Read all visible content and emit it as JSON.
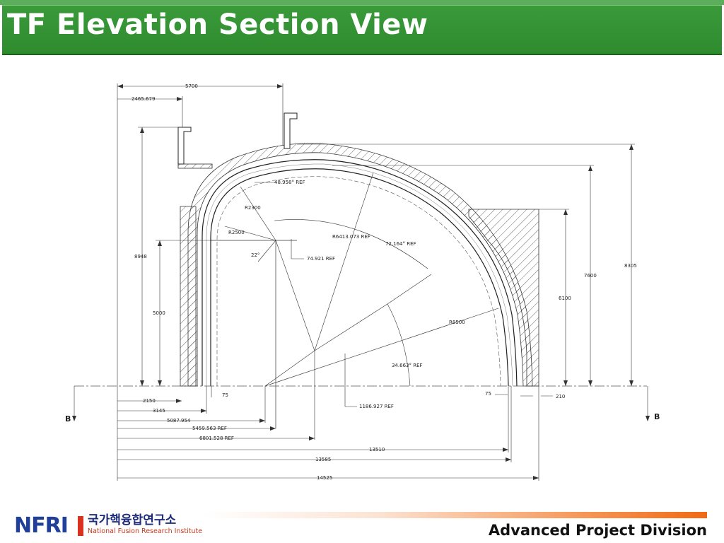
{
  "header": {
    "title": "TF Elevation Section View"
  },
  "footer": {
    "division": "Advanced Project Division",
    "logo_abbr": "NFRI",
    "logo_korean": "국가핵융합연구소",
    "logo_english": "National Fusion Research Institute"
  },
  "drawing": {
    "section_marks": {
      "left": "B",
      "right": "B"
    },
    "dimensions": {
      "d5700": "5700",
      "d2465": "2465.679",
      "d8948": "8948",
      "d5000": "5000",
      "d2150": "2150",
      "d75_left": "75",
      "d3145": "3145",
      "d5087": "5087.954",
      "d5459": "5459.563 REF",
      "d6801": "6801.528 REF",
      "d1186": "1186.927 REF",
      "d13510": "13510",
      "d13585": "13585",
      "d14525": "14525",
      "d75_right": "75",
      "d210": "210",
      "d6100": "6100",
      "d7600": "7600",
      "d8305": "8305"
    },
    "annotations": {
      "a48": "48.958°  REF",
      "r2300": "R2300",
      "r2500": "R2500",
      "a22": "22°",
      "a74": "74.921 REF",
      "r6413": "R6413.073  REF",
      "a72": "72.164°  REF",
      "r8500": "R8500",
      "a34": "34.663°  REF"
    }
  }
}
